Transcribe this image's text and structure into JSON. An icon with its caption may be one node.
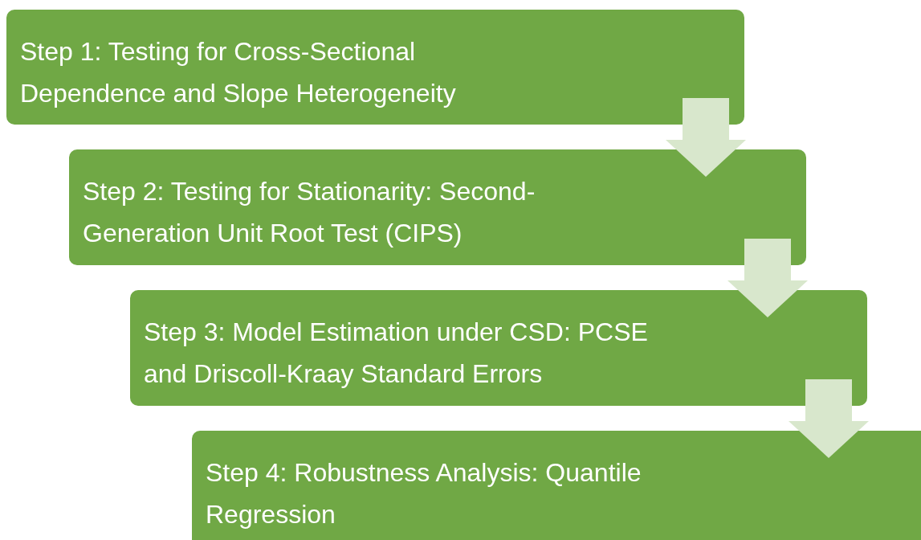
{
  "diagram": {
    "nodes": [
      {
        "text": [
          "Step 1: Testing for Cross-Sectional Dependence and Slope Heterogeneity"
        ]
      },
      {
        "text": [
          "Step 2: Testing for Stationarity: Second-Generation Unit Root Test (CIPS)"
        ]
      },
      {
        "text": [
          "Step 3: Model Estimation under CSD: PCSE and Driscoll-Kraay Standard Errors"
        ]
      },
      {
        "text": [
          "Step 4: Robustness Analysis: Quantile Regression"
        ]
      }
    ],
    "edges": [
      {
        "from": 0,
        "to": 1,
        "arrow": "to"
      },
      {
        "from": 1,
        "to": 2,
        "arrow": "to"
      },
      {
        "from": 2,
        "to": 3,
        "arrow": "to"
      }
    ]
  }
}
